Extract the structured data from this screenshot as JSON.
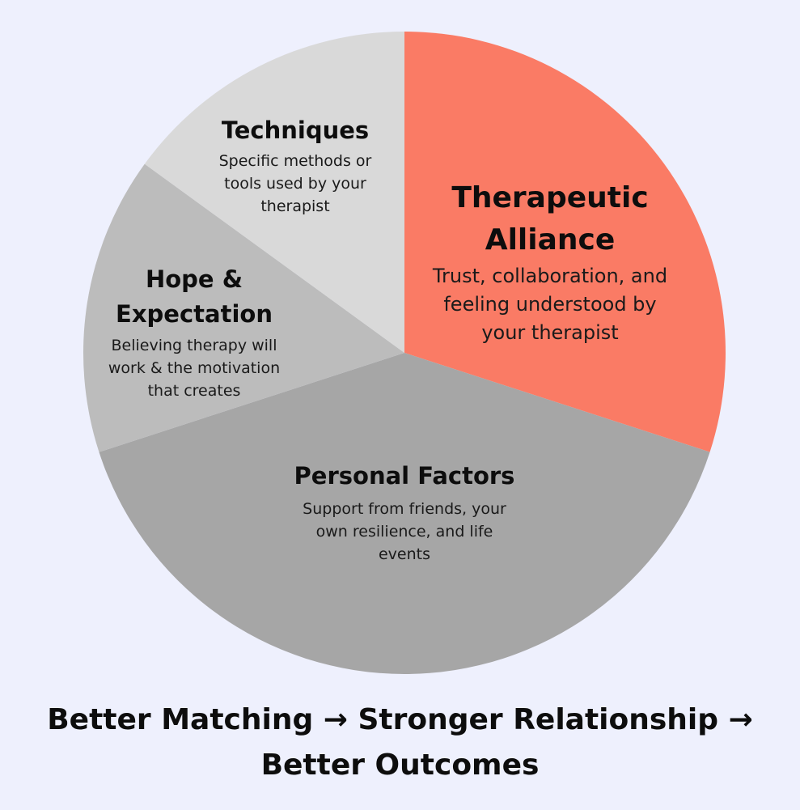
{
  "chart_data": {
    "type": "pie",
    "start_angle_deg": 0,
    "direction": "clockwise",
    "slices": [
      {
        "label": "Therapeutic Alliance",
        "title_lines": [
          "Therapeutic",
          "Alliance"
        ],
        "description_lines": [
          "Trust, collaboration, and",
          "feeling understood by",
          "your therapist"
        ],
        "value": 30,
        "color": "#fa7b65"
      },
      {
        "label": "Personal Factors",
        "title_lines": [
          "Personal Factors"
        ],
        "description_lines": [
          "Support from friends, your",
          "own resilience, and life",
          "events"
        ],
        "value": 40,
        "color": "#a6a6a6"
      },
      {
        "label": "Hope & Expectation",
        "title_lines": [
          "Hope &",
          "Expectation"
        ],
        "description_lines": [
          "Believing therapy will",
          "work & the motivation",
          "that creates"
        ],
        "value": 15,
        "color": "#bcbcbc"
      },
      {
        "label": "Techniques",
        "title_lines": [
          "Techniques"
        ],
        "description_lines": [
          "Specific methods or",
          "tools used by your",
          "therapist"
        ],
        "value": 15,
        "color": "#d9d9d9"
      }
    ]
  },
  "footer": {
    "line1": "Better Matching → Stronger Relationship →",
    "line2": "Better Outcomes"
  }
}
